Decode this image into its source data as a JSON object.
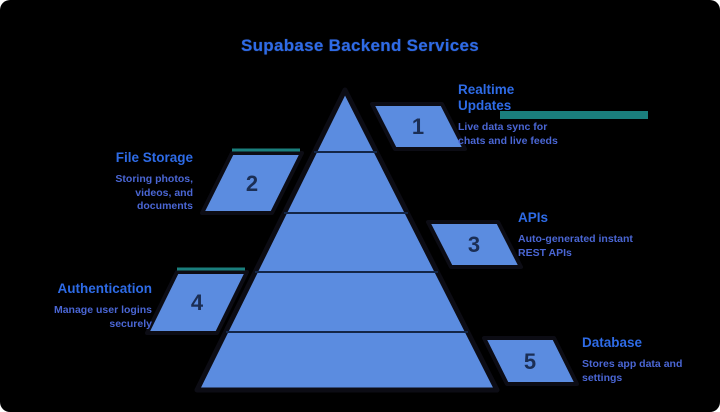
{
  "title": "Supabase Backend Services",
  "levels": [
    {
      "number": "1",
      "heading": "Realtime Updates",
      "description": "Live data sync for chats and live feeds",
      "side": "right"
    },
    {
      "number": "2",
      "heading": "File Storage",
      "description": "Storing photos, videos, and documents",
      "side": "left"
    },
    {
      "number": "3",
      "heading": "APIs",
      "description": "Auto-generated instant REST APIs",
      "side": "right"
    },
    {
      "number": "4",
      "heading": "Authentication",
      "description": "Manage user logins securely",
      "side": "left"
    },
    {
      "number": "5",
      "heading": "Database",
      "description": "Stores app data and settings",
      "side": "right"
    }
  ],
  "colors": {
    "background": "#000000",
    "pyramid_fill": "#5b8ce0",
    "outline": "#0c0c14",
    "divider": "#142647",
    "number_text": "#1b2e54",
    "heading_text": "#2e6be6",
    "description_text": "#4a66d4",
    "teal_accent": "#1a7f7d"
  }
}
